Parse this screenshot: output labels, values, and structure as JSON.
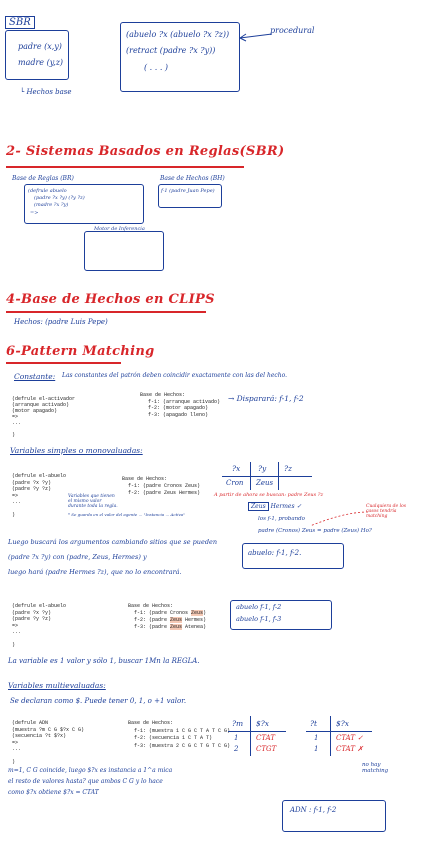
{
  "top": {
    "sbr_label": "SBR",
    "facts": [
      "padre (x,y)",
      "madre (y,z)"
    ],
    "hechos_note": "└ Hechos base",
    "rules": [
      "(abuelo ?x (abuelo ?x ?z))",
      "(retract (padre ?x ?y))",
      "( . . . )"
    ],
    "procedural": "procedural"
  },
  "section2": {
    "title": "2- Sistemas Basados en Reglas(SBR)",
    "base_reglas_label": "Base de Reglas (BR)",
    "base_hechos_label": "Base de Hechos (BH)",
    "rule_box_lines": [
      "(defrule abuelo",
      "(padre ?x ?y) (?y ?z)",
      "(madre ?x ?y)",
      "=>"
    ],
    "fact_box_text": "f-1 (padre Juan Pepe)",
    "motor_label": "Motor de Inferencia"
  },
  "section4": {
    "title": "4-Base de Hechos en CLIPS",
    "line": "Hechos: (padre Luis Pepe)"
  },
  "section6": {
    "title": "6-Pattern Matching",
    "constante_label": "Constante:",
    "constante_text": "Las constantes del patrón deben coincidir exactamente con las del hecho.",
    "code1": [
      "(defrule el-activador",
      "   (arranque activado)",
      "   (motor apagado)",
      "=>",
      "   ...",
      ")"
    ],
    "bh1_title": "Base de Hechos:",
    "bh1": [
      "f-1: (arranque activado)",
      "f-2: (motor apagado)",
      "f-3: (apagado lleno)"
    ],
    "disparara": "→ Disparará: f-1, f-2",
    "variables_simples": "Variables simples o monovaluadas:",
    "code2": [
      "(defrule el-abuelo",
      "   (padre ?x ?y)",
      "   (padre ?y ?z)",
      "=>",
      "   ...",
      ")"
    ],
    "note2": "Variables que tienen el mismo valor durante toda la regla.",
    "note2b": "* Se guarda en el valor del agente ... \"Instancia ... Activa\"",
    "bh2_title": "Base de Hechos:",
    "bh2": [
      "f-1: (padre Cronos Zeus)",
      "f-2: (padre Zeus Hermes)"
    ],
    "table1_headers": [
      "?x",
      "?y",
      "?z"
    ],
    "table1_row1": [
      "Cron",
      "Zeus"
    ],
    "table1_note": "A partir de ahora se buscan: padre Zeus ?z",
    "table1_row2": [
      "Zeus",
      "Hermes ✓"
    ],
    "table1_row3": "los f-1, probando",
    "table1_row4": "padre (Cronos) Zeus = padre (Zeus) Ho?",
    "red_note_right": "Cualquiera de los casos tendría matching",
    "luego_text": [
      "Luego buscará los argumentos cambiando sitios que se pueden",
      "(padre ?x ?y) con (padre, Zeus, Hermes) y",
      "luego hará (padre Hermes ?z), que no lo encontrará."
    ],
    "abuelo_box1": "abuelo: f-1, f-2.",
    "code3": [
      "(defrule el-abuelo",
      "   (padre ?x ?y)",
      "   (padre ?y ?z)",
      "=>",
      "   ...",
      ")"
    ],
    "bh3_title": "Base de Hechos:",
    "bh3": [
      "f-1: (padre Cronos ",
      "Zeus",
      ")",
      "f-2: (padre ",
      "Zeus",
      " Hermes)",
      "f-3: (padre ",
      "Zeus",
      " Atenea)"
    ],
    "abuelo_box2": [
      "abuelo f-1, f-2",
      "abuelo f-1, f-3"
    ],
    "variable_note": "La variable es 1 valor y sólo 1, buscar 1Mn la REGLA.",
    "variables_multi": "Variables multievaluadas:",
    "multi_text": "Se declaran como $. Puede tener 0, 1, o +1 valor.",
    "code4": [
      "(defrule ADN",
      "   (muestra ?m C G $?x C G)",
      "   (secuencia ?t $?x)",
      "=>",
      "   ...",
      ")"
    ],
    "bh4_title": "Base de Hechos:",
    "bh4": [
      "f-1: (muestra 1 C G C T A T C G)",
      "f-2: (secuencia 1 C T A T)",
      "f-3: (muestra 2 C G C T G T C G)"
    ],
    "table2_headers": [
      "?m",
      "$?x"
    ],
    "table2_rows": [
      [
        "1",
        "CTAT"
      ],
      [
        "2",
        "CTGT"
      ]
    ],
    "table3_headers": [
      "?t",
      "$?x"
    ],
    "table3_rows": [
      [
        "1",
        "CTAT ✓"
      ],
      [
        "1",
        "CTAT ✗"
      ]
    ],
    "table3_note": "no hay matching",
    "bottom_text": [
      "m=1, C G coincide, luego $?x es instancia a 1^a mica",
      "el resto de valores hasta? que ambos C G y lo hace",
      "como $?x obtiene $?x = CTAT"
    ],
    "adn_box": "ADN : f-1, f-2"
  }
}
